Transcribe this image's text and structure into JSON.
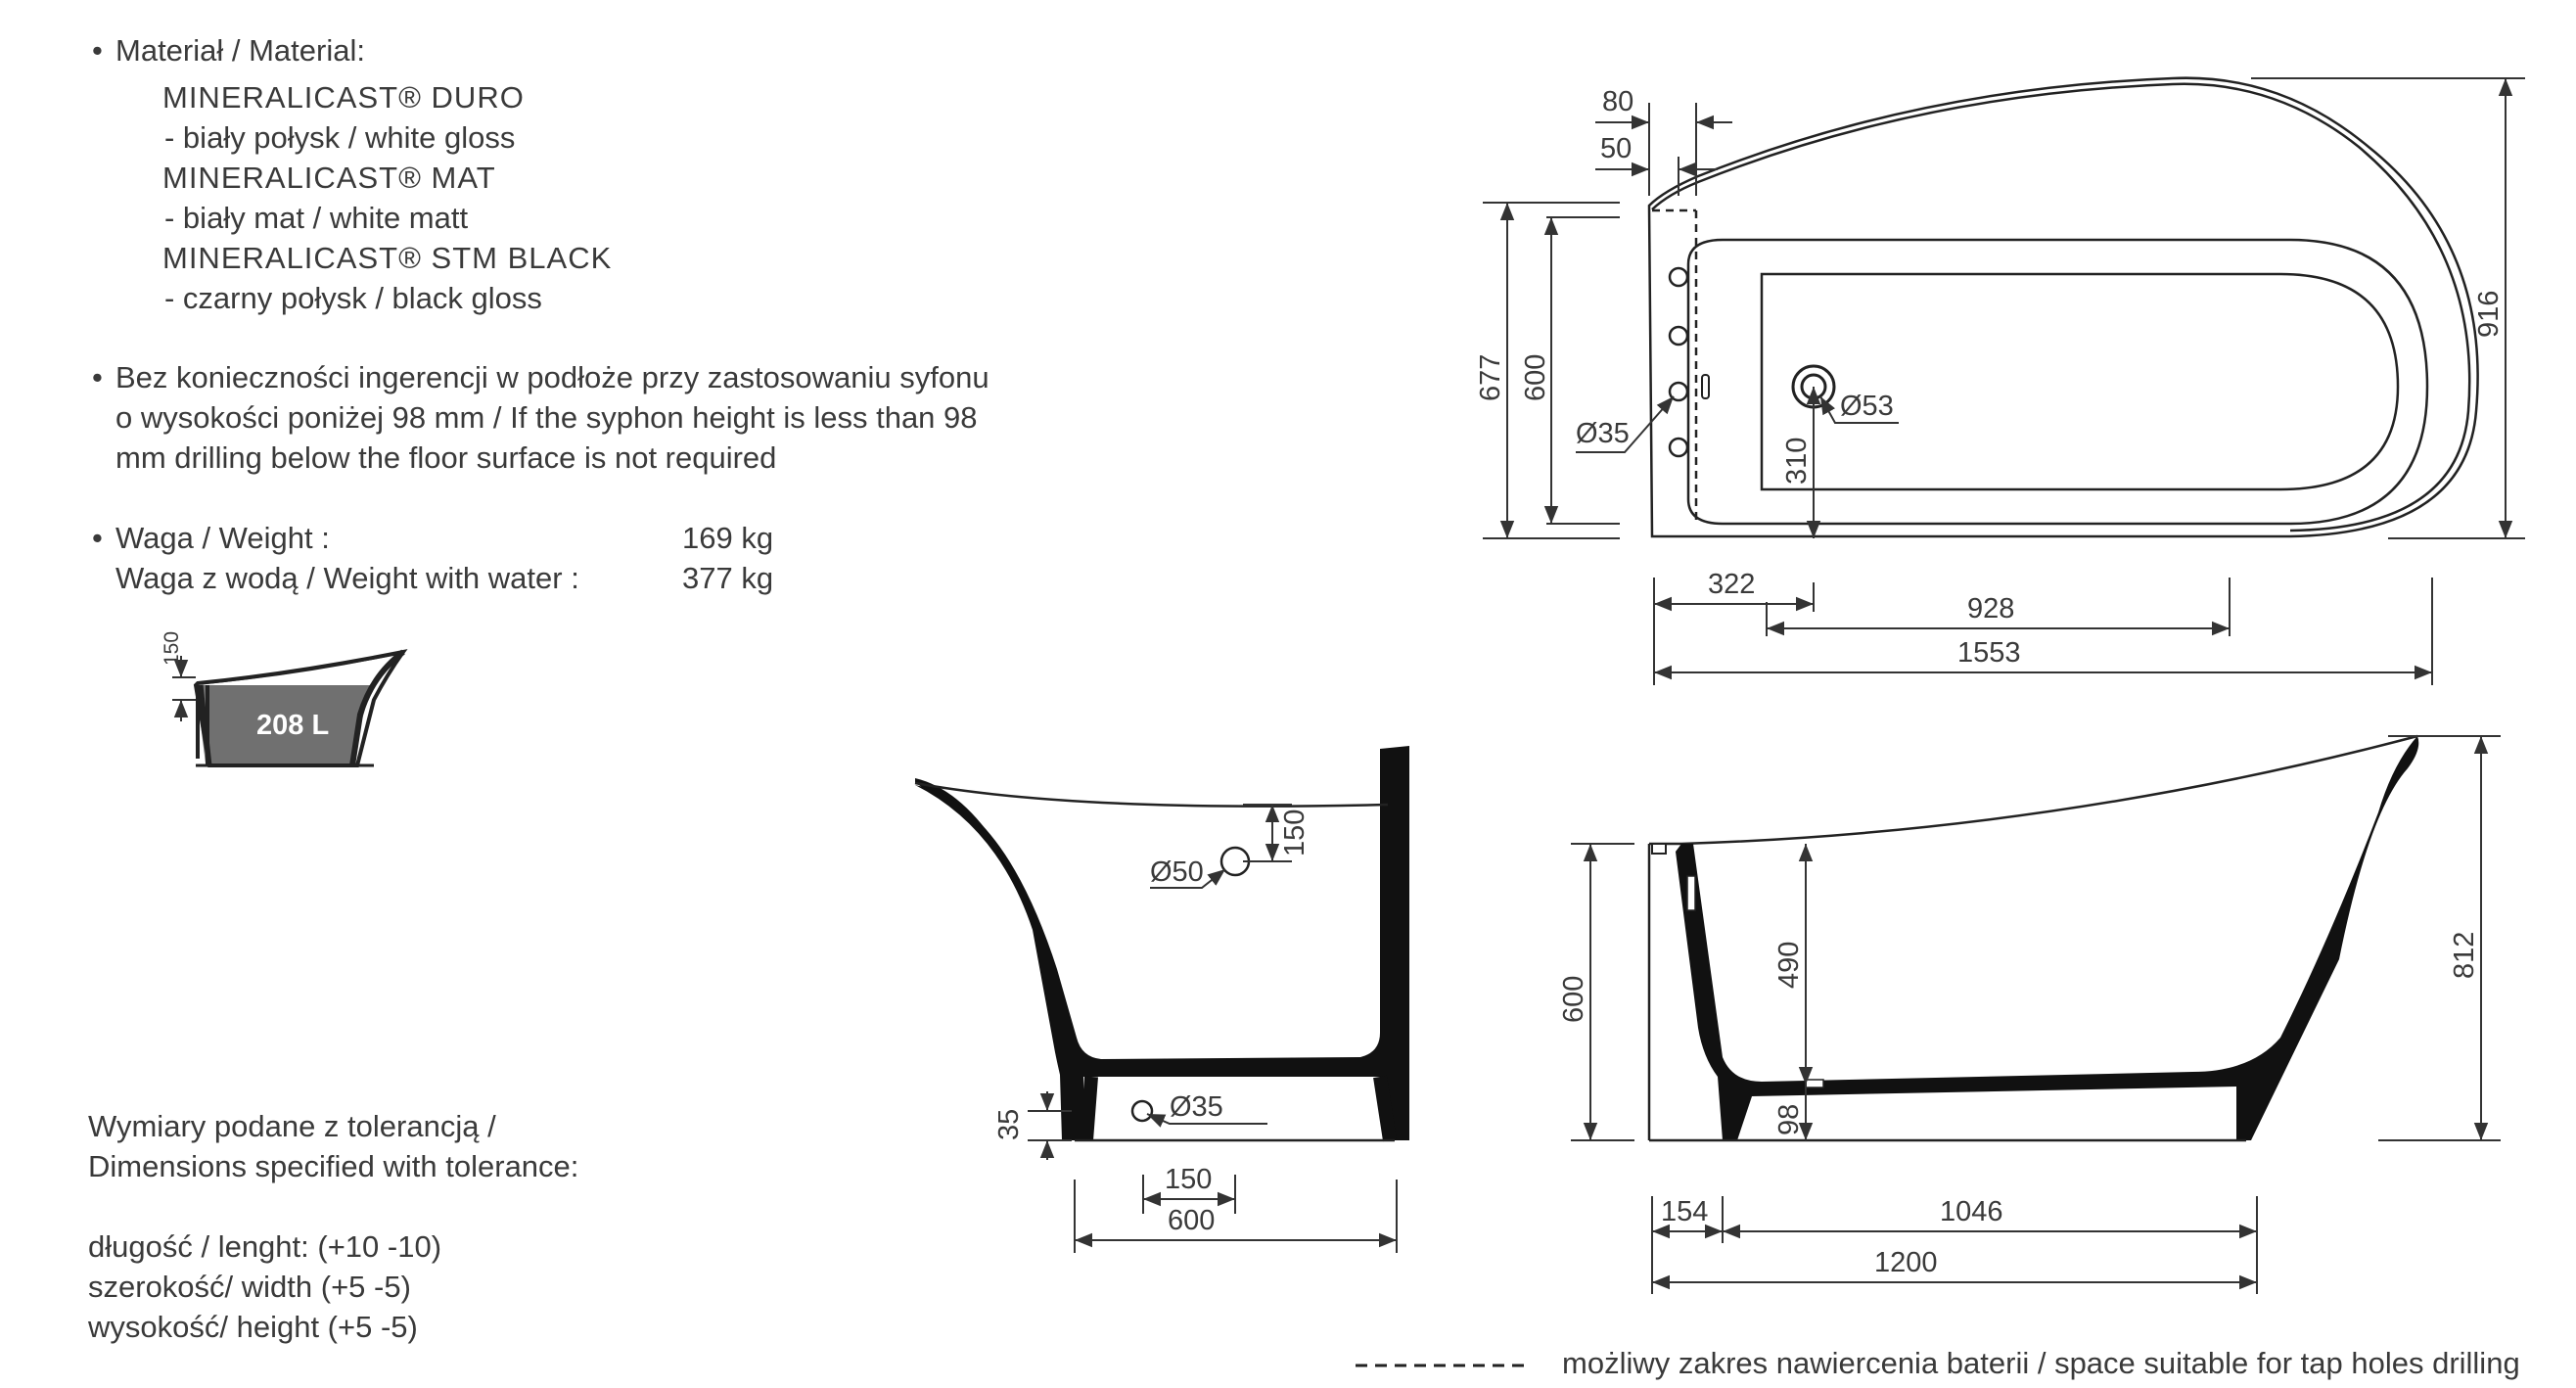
{
  "material": {
    "heading": "Materiał / Material:",
    "items": [
      {
        "name": "MINERALICAST® DURO",
        "finish": "- biały połysk / white gloss"
      },
      {
        "name": "MINERALICAST® MAT",
        "finish": "- biały mat / white matt"
      },
      {
        "name": "MINERALICAST® STM BLACK",
        "finish": "- czarny połysk / black gloss"
      }
    ]
  },
  "syphon_note": [
    "Bez konieczności ingerencji w podłoże przy zastosowaniu syfonu",
    "o wysokości poniżej 98 mm / If the syphon height is less than 98",
    "mm drilling below the floor surface is not required"
  ],
  "weight": {
    "label": "Waga / Weight :",
    "value": "169 kg",
    "water_label": "Waga z wodą / Weight with water :",
    "water_value": "377 kg"
  },
  "volume": {
    "label": "208 L",
    "offset": "150"
  },
  "tolerance": {
    "heading1": "Wymiary podane z tolerancją /",
    "heading2": "Dimensions specified with tolerance:",
    "length": "długość / lenght: (+10 -10)",
    "width": "szerokość/ width (+5 -5)",
    "height": "wysokość/ height (+5 -5)"
  },
  "legend": {
    "tap_holes": "możliwy zakres nawiercenia baterii / space suitable for tap holes drilling"
  },
  "top_view": {
    "d80": "80",
    "d50": "50",
    "d677": "677",
    "d600": "600",
    "d35": "Ø35",
    "d53": "Ø53",
    "d310": "310",
    "d916": "916",
    "d322": "322",
    "d928": "928",
    "d1553": "1553"
  },
  "front_view": {
    "d50": "Ø50",
    "d150": "150",
    "d35": "Ø35",
    "d35h": "35",
    "w150": "150",
    "w600": "600"
  },
  "side_view": {
    "d600": "600",
    "d490": "490",
    "d98": "98",
    "d812": "812",
    "d154": "154",
    "d1046": "1046",
    "d1200": "1200"
  }
}
